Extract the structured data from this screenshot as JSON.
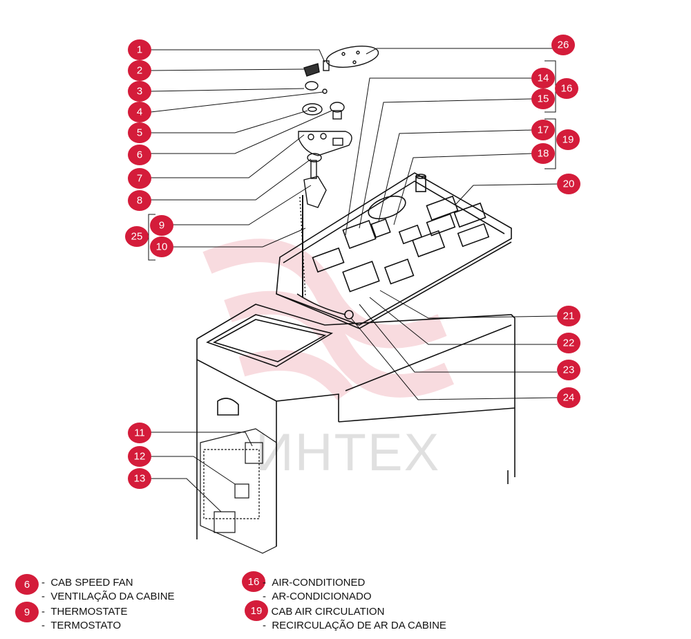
{
  "diagram": {
    "watermark": "ИНТЕХ",
    "callouts": [
      "1",
      "2",
      "3",
      "4",
      "5",
      "6",
      "7",
      "8",
      "9",
      "10",
      "11",
      "12",
      "13",
      "14",
      "15",
      "16",
      "17",
      "18",
      "19",
      "20",
      "21",
      "22",
      "23",
      "24",
      "25",
      "26"
    ]
  },
  "legend": [
    {
      "number": "6",
      "primary": "CAB SPEED FAN",
      "secondary": "VENTILAÇÃO DA CABINE"
    },
    {
      "number": "9",
      "primary": "THERMOSTATE",
      "secondary": "TERMOSTATO"
    },
    {
      "number": "16",
      "primary": "AIR-CONDITIONED",
      "secondary": "AR-CONDICIONADO"
    },
    {
      "number": "19",
      "primary": "CAB AIR CIRCULATION",
      "secondary": "RECIRCULAÇÃO DE AR DA CABINE"
    }
  ],
  "colors": {
    "badge": "#d41c3a",
    "line": "#111111",
    "watermark": "#e8a0a0"
  }
}
